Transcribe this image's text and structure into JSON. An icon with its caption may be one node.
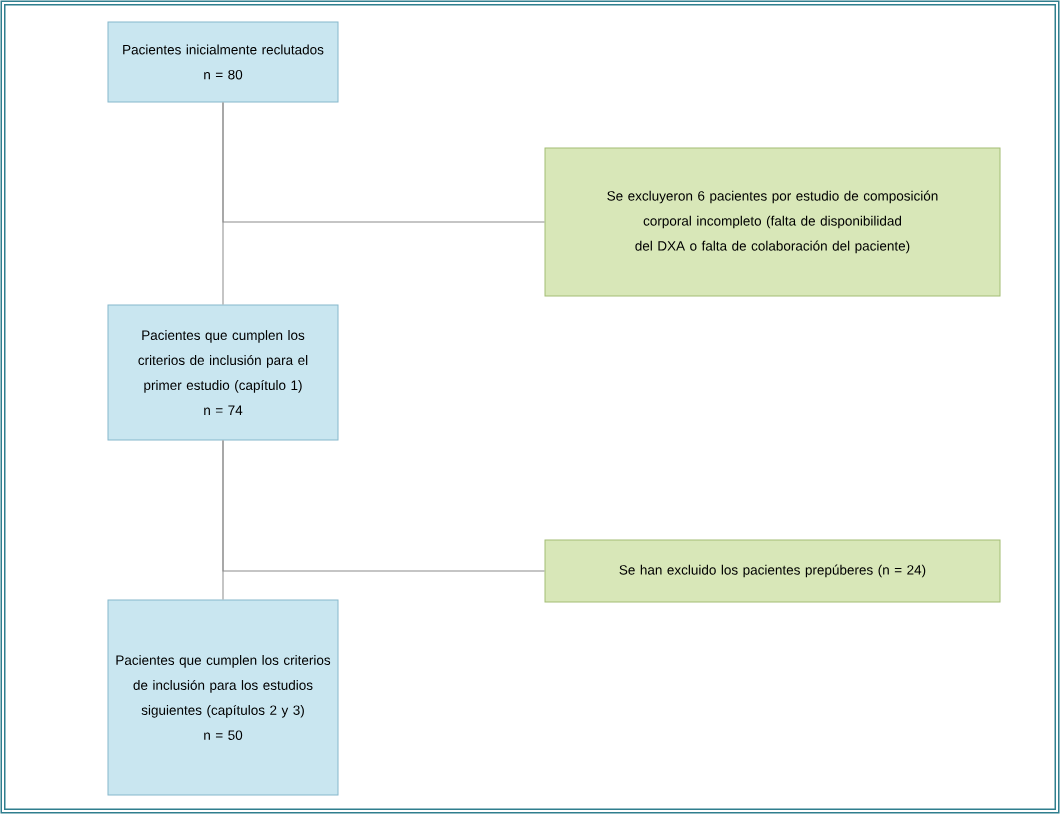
{
  "diagram": {
    "nodes": [
      {
        "text": [
          "Pacientes inicialmente reclutados",
          "n = 80"
        ]
      },
      {
        "text": [
          "Se excluyeron 6 pacientes por estudio de composición corporal incompleto (falta de disponibilidad del DXA o falta de colaboración del paciente)"
        ]
      },
      {
        "text": [
          "Pacientes que cumplen los criterios de inclusión para el primer estudio (capítulo 1)",
          "n = 74"
        ]
      },
      {
        "text": [
          "Se han excluido los pacientes prepúberes (n = 24)"
        ]
      },
      {
        "text": [
          "Pacientes que cumplen los criterios de inclusión para los estudios siguientes (capítulos 2 y 3)",
          "n = 50"
        ]
      }
    ],
    "edges": [
      {
        "from": 0,
        "to": 2,
        "arrow": "none"
      },
      {
        "from": 0,
        "to": 1,
        "arrow": "none"
      },
      {
        "from": 2,
        "to": 4,
        "arrow": "none"
      },
      {
        "from": 2,
        "to": 3,
        "arrow": "none"
      }
    ]
  }
}
